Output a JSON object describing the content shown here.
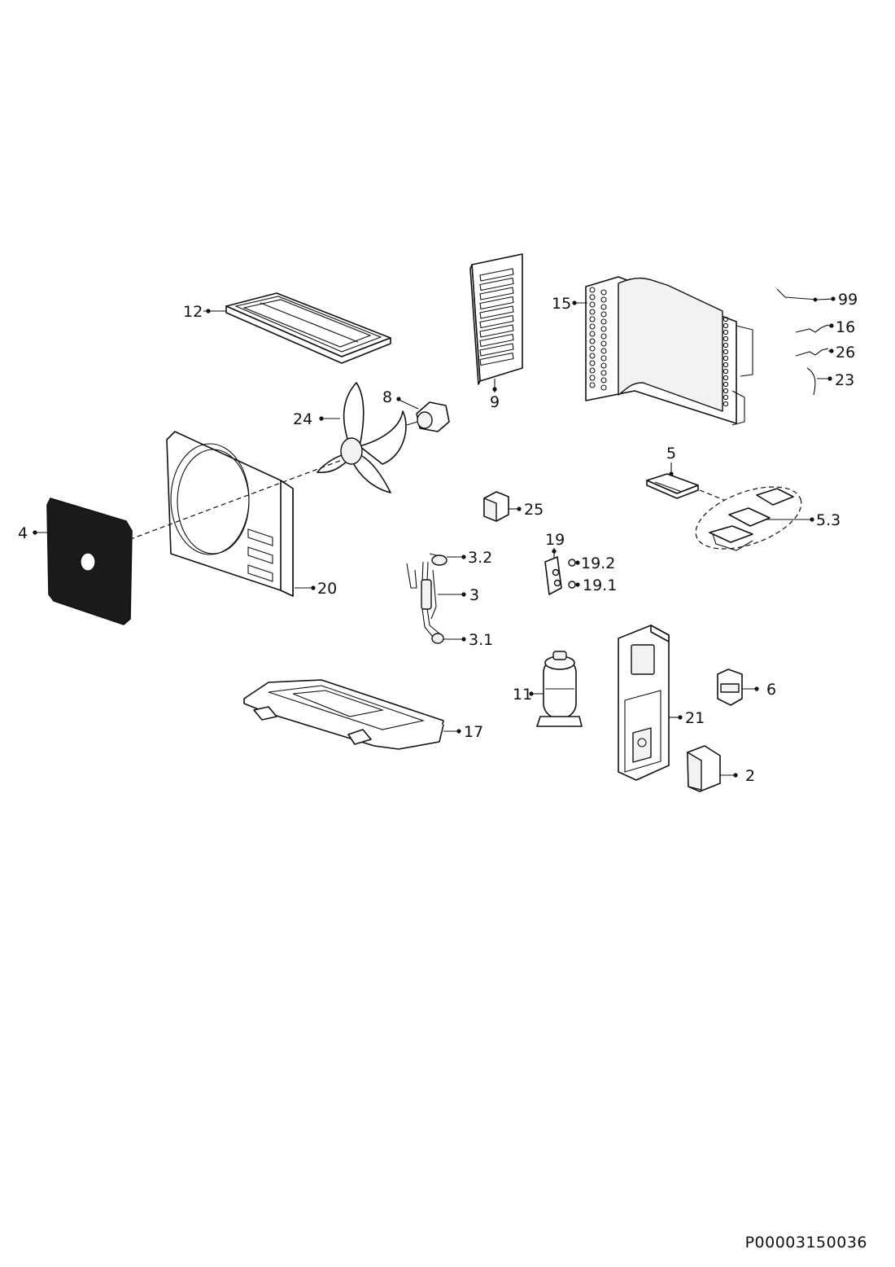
{
  "document_code": "P00003150036",
  "parts": {
    "grille": "4",
    "front_panel": "20",
    "fan_blade": "24",
    "fan_motor": "8",
    "top_cover": "12",
    "motor_bracket": "9",
    "condenser": "15",
    "wire_99": "99",
    "pipe_16": "16",
    "pipe_26": "26",
    "pipe_23": "23",
    "control_box": "5",
    "control_box_parts": "5.3",
    "capacitor": "25",
    "four_way_valve_assy": "3",
    "valve_top": "3.2",
    "valve_bottom": "3.1",
    "valve_plate": "19",
    "valve_nut_top": "19.2",
    "valve_nut_bottom": "19.1",
    "base_pan": "17",
    "compressor": "11",
    "side_panel": "21",
    "terminal_cover": "6",
    "valve_cover": "2"
  },
  "colors": {
    "ink": "#111111",
    "background": "#ffffff",
    "fill": "#f2f2f2"
  }
}
